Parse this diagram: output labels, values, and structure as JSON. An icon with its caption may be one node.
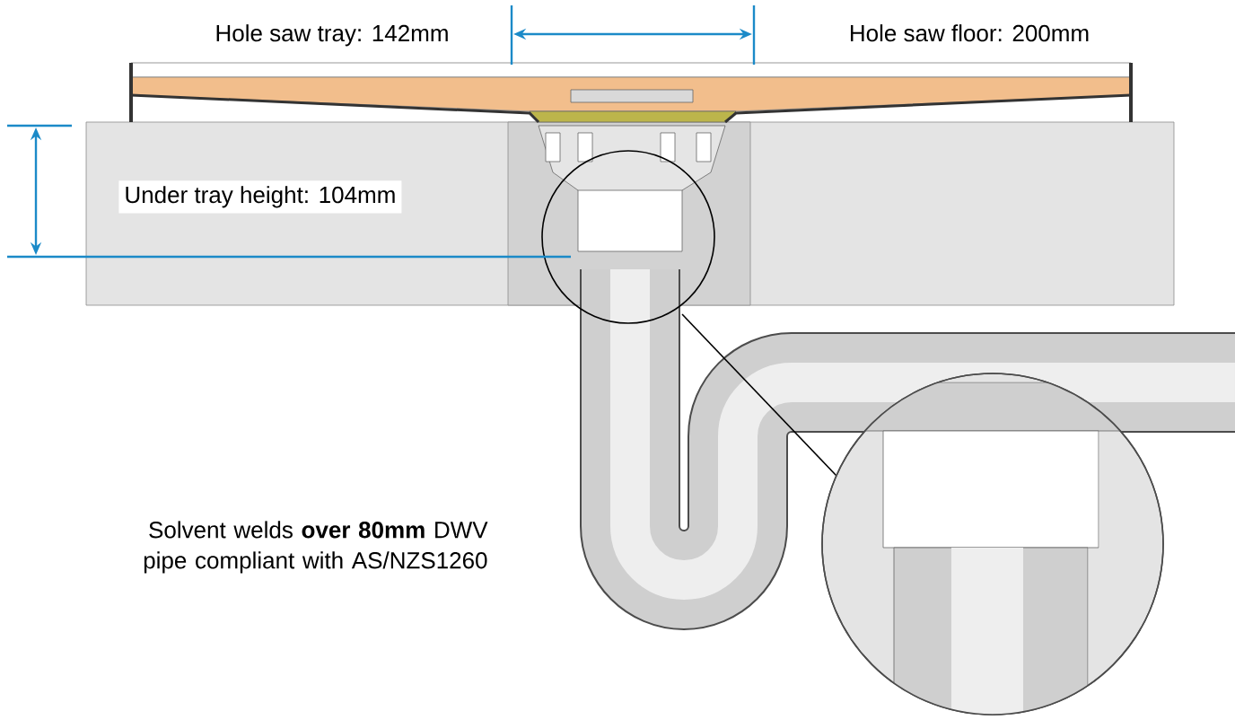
{
  "diagram": {
    "labels": [
      "Hole saw tray: 142mm",
      "Hole saw floor: 200mm",
      "Under tray height: 104mm",
      "Solvent welds **over 80mm** DWV pipe compliant with AS/NZS1260"
    ]
  }
}
